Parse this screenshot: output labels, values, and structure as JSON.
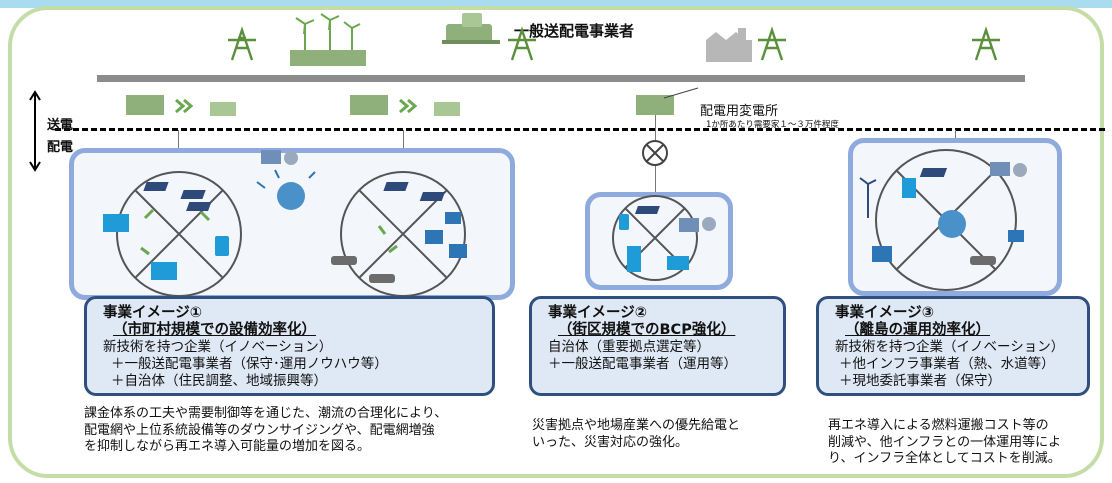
{
  "title": "一般送配電事業者",
  "substation_label": "配電用変電所",
  "substation_note": "1か所あたり需要家１～３万件程度",
  "layer_top": "送電",
  "layer_bottom": "配電",
  "cards": [
    {
      "heading": "事業イメージ①",
      "subheading": "（市町村規模での設備効率化）",
      "lines": [
        "新技術を持つ企業（イノベーション）",
        "＋一般送配電事業者（保守･運用ノウハウ等）",
        "＋自治体（住民調整、地域振興等）"
      ],
      "description": [
        "課金体系の工夫や需要制御等を通じた、潮流の合理化により、",
        "配電網や上位系統設備等のダウンサイジングや、配電網増強",
        "を抑制しながら再エネ導入可能量の増加を図る。"
      ]
    },
    {
      "heading": "事業イメージ②",
      "subheading": "（街区規模でのBCP強化）",
      "lines": [
        "自治体（重要拠点選定等）",
        "＋一般送配電事業者（運用等）"
      ],
      "description": [
        "災害拠点や地場産業への優先給電と",
        "いった、災害対応の強化。"
      ]
    },
    {
      "heading": "事業イメージ③",
      "subheading": "（離島の運用効率化）",
      "lines": [
        "新技術を持つ企業（イノベーション）",
        "＋他インフラ事業者（熱、水道等）",
        "＋現地委託事業者（保守）"
      ],
      "description": [
        "再エネ導入による燃料運搬コスト等の",
        "削減や、他インフラとの一体運用等によ",
        "り、インフラ全体としてコストを削減。"
      ]
    }
  ],
  "colors": {
    "frame": "#c4dda7",
    "panel_border": "#8faadc",
    "card_border": "#2f4f7f",
    "card_bg": "#dfe8f5",
    "icon_green": "#6aa84f",
    "icon_blue": "#2e75b6"
  }
}
